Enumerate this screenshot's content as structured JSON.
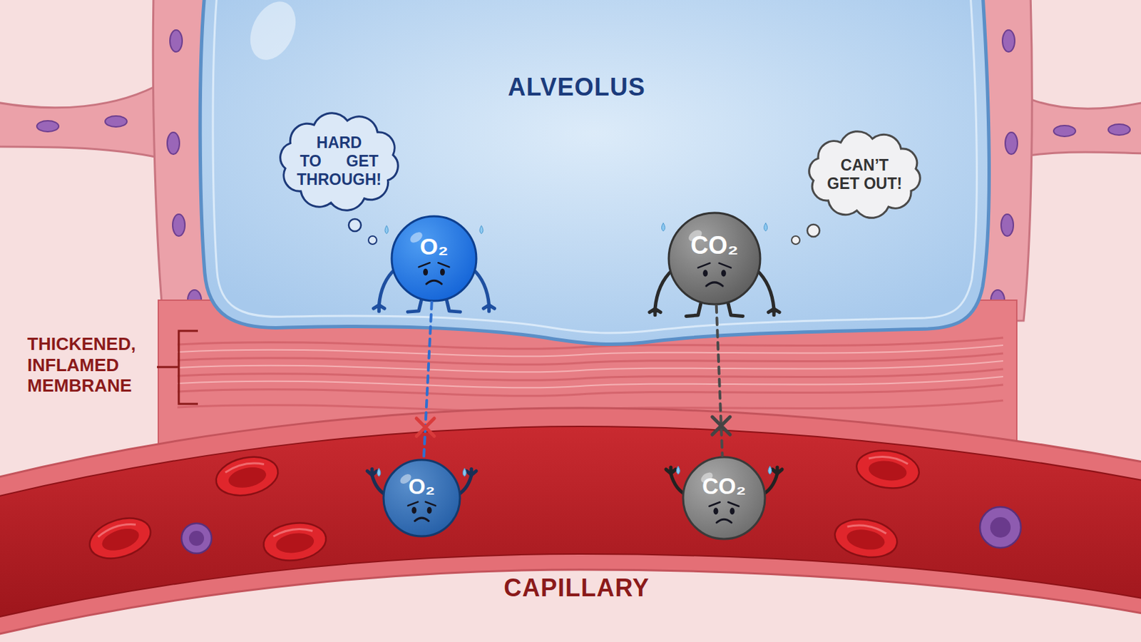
{
  "diagram": {
    "nodes": [
      {
        "text": [
          "ALVEOLUS"
        ]
      },
      {
        "text": [
          "HARD TO GET THROUGH!"
        ],
        "in": 0
      },
      {
        "text": [
          "CAN’T GET OUT!"
        ],
        "in": 0
      },
      {
        "text": [
          "O₂"
        ],
        "in": 0
      },
      {
        "text": [
          "CO₂"
        ],
        "in": 0
      },
      {
        "text": [
          "CAPILLARY"
        ]
      },
      {
        "text": [
          "O₂"
        ],
        "in": 5
      },
      {
        "text": [
          "CO₂"
        ],
        "in": 5
      }
    ],
    "edges": [
      {
        "from": 3,
        "to": 6,
        "arrow": "none"
      },
      {
        "from": 4,
        "to": 7,
        "arrow": "none"
      }
    ],
    "labels": [
      "THICKENED, INFLAMED MEMBRANE"
    ]
  }
}
